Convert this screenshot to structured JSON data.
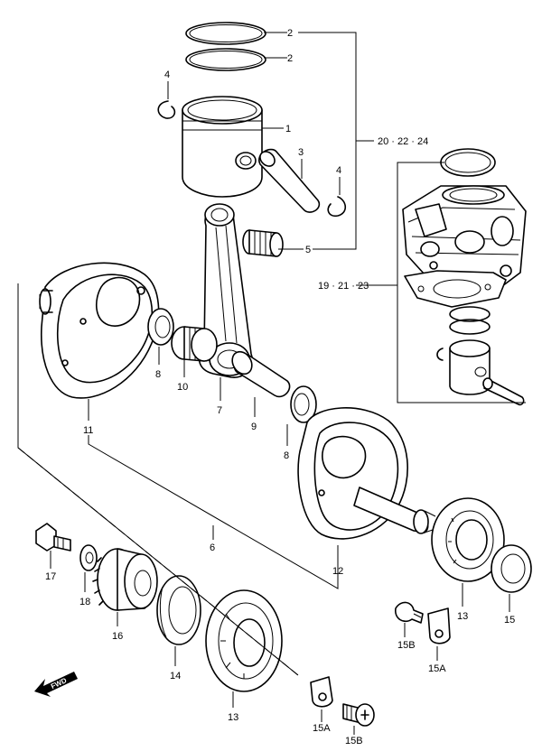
{
  "diagram": {
    "callouts": {
      "c2a": "2",
      "c2b": "2",
      "c4a": "4",
      "c1": "1",
      "c3": "3",
      "c4b": "4",
      "c5": "5",
      "c202224": "20 · 22 · 24",
      "c192123": "19 · 21 · 23",
      "c8a": "8",
      "c10": "10",
      "c7": "7",
      "c9": "9",
      "c8b": "8",
      "c11": "11",
      "c6": "6",
      "c12": "12",
      "c17": "17",
      "c18": "18",
      "c16": "16",
      "c14": "14",
      "c13a": "13",
      "c13b": "13",
      "c15": "15",
      "c15b_a": "15B",
      "c15a_a": "15A",
      "c15a_b": "15A",
      "c15b_b": "15B"
    },
    "fwd_label": "FWD"
  }
}
